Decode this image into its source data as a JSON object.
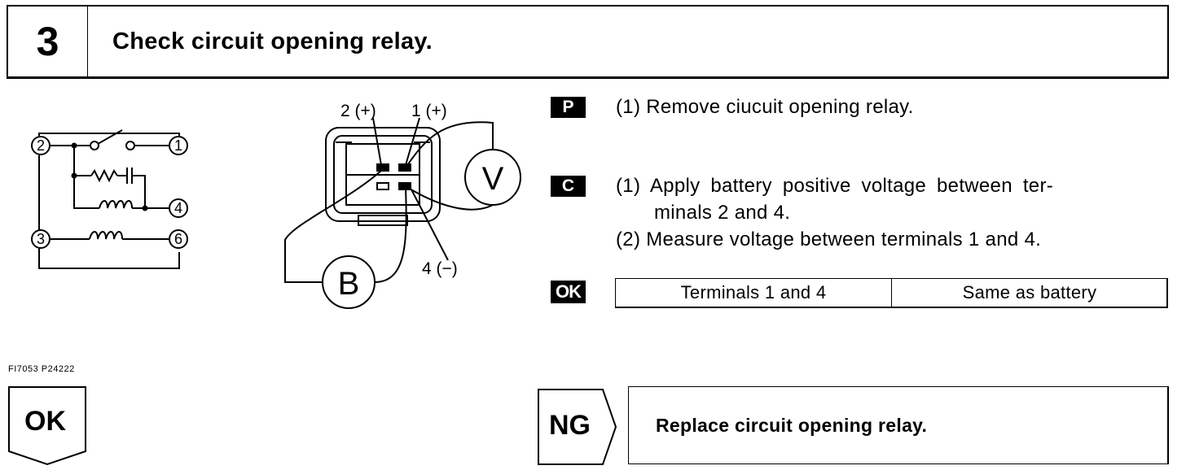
{
  "step": {
    "number": "3",
    "title": "Check circuit opening relay."
  },
  "schematic": {
    "terminals": [
      "2",
      "1",
      "4",
      "3",
      "6"
    ]
  },
  "connector": {
    "label_2": "2 (+)",
    "label_1": "1 (+)",
    "label_4": "4 (−)",
    "voltmeter": "V",
    "battery": "B"
  },
  "instructions": {
    "p_tag": "P",
    "p_step1": "(1) Remove ciucuit opening relay.",
    "c_tag": "C",
    "c_step1_line1": "(1) Apply battery positive voltage between ter-",
    "c_step1_line2": "minals 2 and 4.",
    "c_step2": "(2) Measure voltage between terminals 1 and 4.",
    "ok_tag": "OK"
  },
  "spec_table": {
    "cells": [
      "Terminals 1 and 4",
      "Same as battery"
    ]
  },
  "figure_code": "FI7053 P24222",
  "result": {
    "ok_label": "OK",
    "ng_label": "NG",
    "ng_action": "Replace circuit opening relay."
  }
}
